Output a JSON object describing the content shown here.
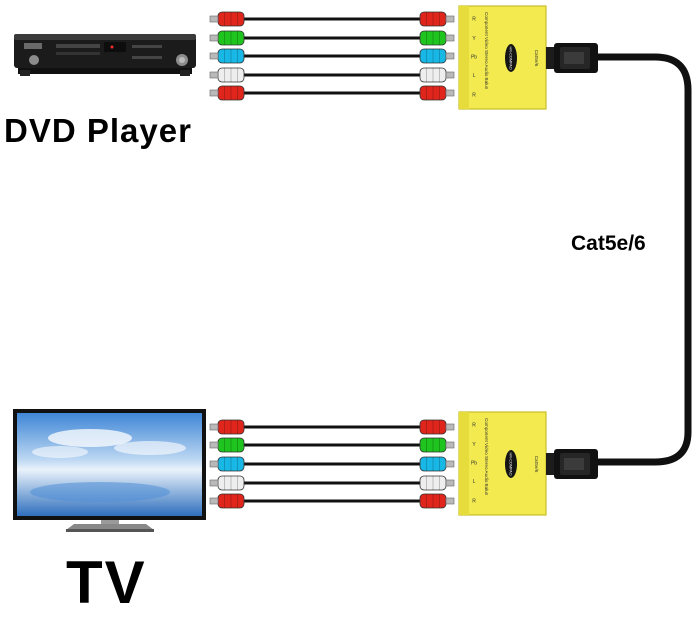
{
  "devices": {
    "source_label": "DVD Player",
    "display_label": "TV"
  },
  "cable": {
    "label": "Cat5e/6"
  },
  "adapter": {
    "badge": "HR-COMPAD",
    "side_text": "Component Video Stereo Audio Balun",
    "port_text": "CatSe/6",
    "port_labels": [
      "R",
      "Y",
      "Pb",
      "L",
      "R"
    ]
  },
  "rca_colors": [
    "#e0261c",
    "#1fc41f",
    "#18b8e6",
    "#eeeeee",
    "#e0261c"
  ],
  "colors": {
    "adapter_body": "#f2ea4e",
    "cable": "#101010",
    "badge": "#151515"
  }
}
